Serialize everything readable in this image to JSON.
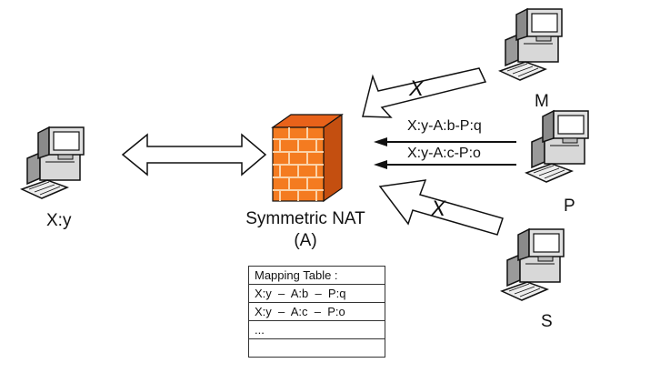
{
  "nodes": {
    "client": "X:y",
    "peer_m": "M",
    "peer_p": "P",
    "peer_s": "S"
  },
  "nat": {
    "title": "Symmetric NAT",
    "subtitle": "(A)"
  },
  "flows": {
    "flow_1": "X:y-A:b-P:q",
    "flow_2": "X:y-A:c-P:o"
  },
  "blocked_marks": [
    "X",
    "X"
  ],
  "mapping_table": {
    "header": "Mapping Table :",
    "rows": [
      "X:y  –  A:b  –  P:q",
      "X:y  –  A:c  –  P:o",
      "..."
    ]
  },
  "colors": {
    "firewall_orange": "#f47b20",
    "firewall_mortar": "#fbd2a8",
    "monitor_gray": "#d0d0d0",
    "outline": "#111111"
  },
  "icons": [
    "computer-icon",
    "firewall-icon",
    "double-arrow-icon",
    "blocked-arrow-icon"
  ]
}
